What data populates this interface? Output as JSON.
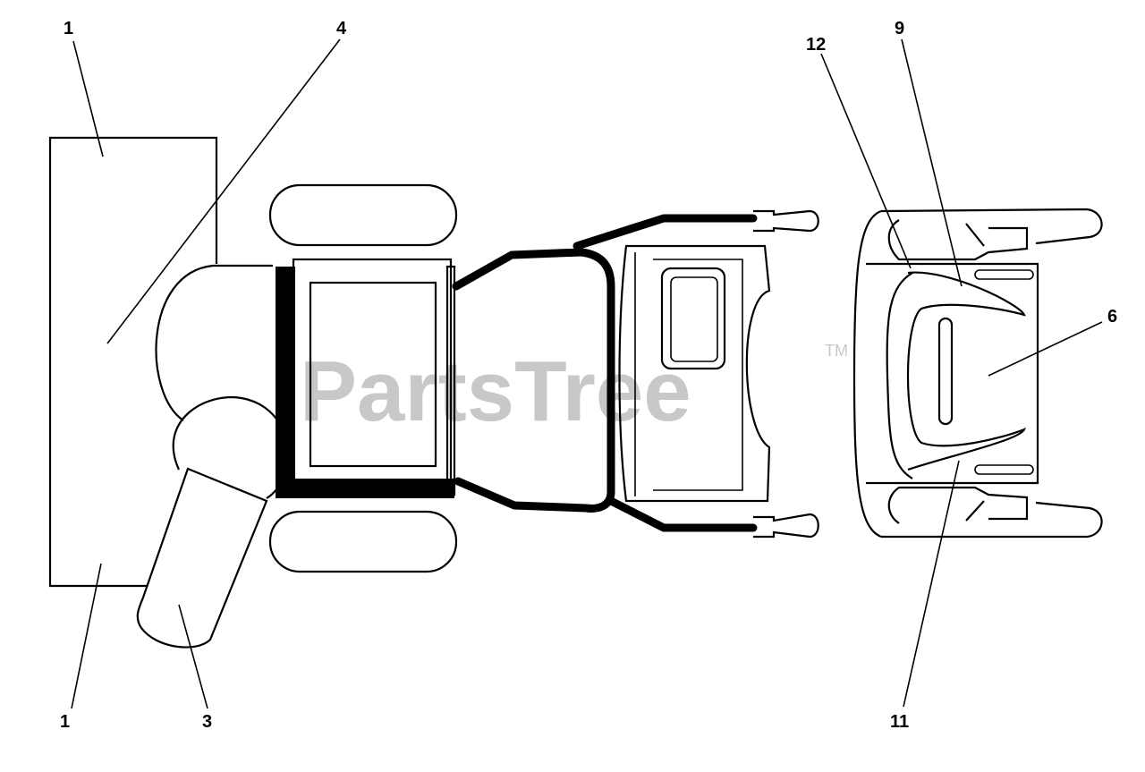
{
  "watermark": {
    "text": "PartsTree",
    "trademark": "TM"
  },
  "callouts": [
    {
      "id": "c1-top",
      "label": "1"
    },
    {
      "id": "c4",
      "label": "4"
    },
    {
      "id": "c1-bottom",
      "label": "1"
    },
    {
      "id": "c3",
      "label": "3"
    },
    {
      "id": "c12",
      "label": "12"
    },
    {
      "id": "c9",
      "label": "9"
    },
    {
      "id": "c6",
      "label": "6"
    },
    {
      "id": "c11",
      "label": "11"
    }
  ]
}
